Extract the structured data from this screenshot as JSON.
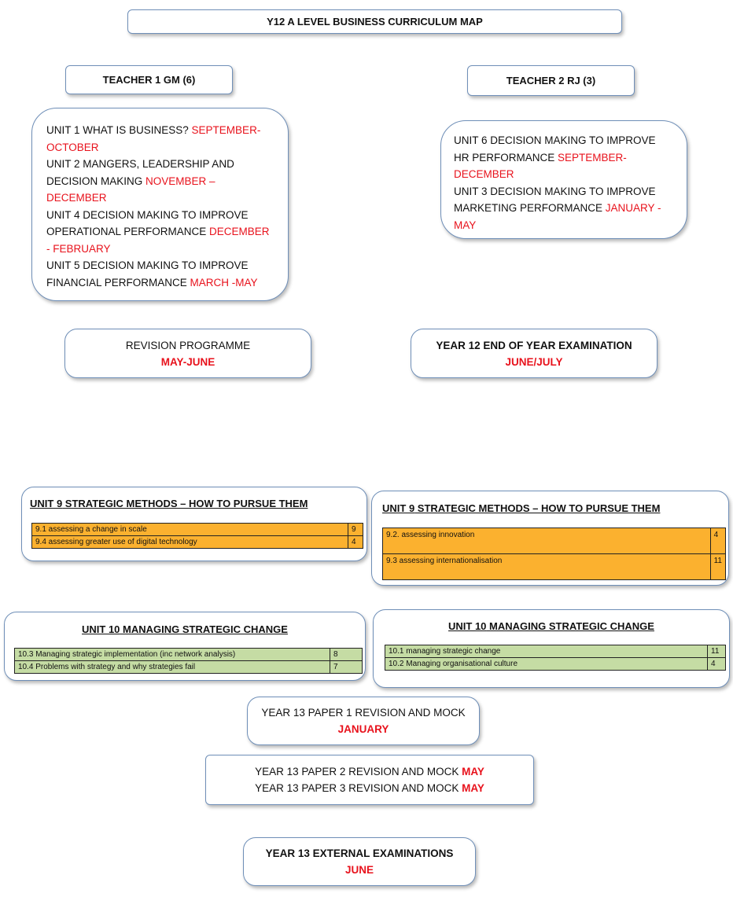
{
  "title": "Y12 A LEVEL BUSINESS CURRICULUM MAP",
  "teacher1": {
    "label": "TEACHER 1 GM (6)"
  },
  "teacher2": {
    "label": "TEACHER 2 RJ (3)"
  },
  "teacher1_units": [
    {
      "line1": "UNIT 1 WHAT IS BUSINESS? ",
      "date1": "SEPTEMBER-",
      "date2": "OCTOBER"
    },
    {
      "line1": "UNIT 2 MANGERS, LEADERSHIP AND",
      "line2": "DECISION MAKING ",
      "date1": "NOVEMBER –",
      "date2": "DECEMBER"
    },
    {
      "line1": "UNIT 4 DECISION MAKING TO IMPROVE",
      "line2": "OPERATIONAL PERFORMANCE ",
      "date1": "DECEMBER",
      "date2": "- FEBRUARY"
    },
    {
      "line1": "UNIT 5 DECISION MAKING TO IMPROVE",
      "line2": "FINANCIAL PERFORMANCE ",
      "date1": "MARCH -MAY"
    }
  ],
  "teacher2_units": [
    {
      "line1": "UNIT 6 DECISION MAKING TO IMPROVE",
      "line2": "HR PERFORMANCE ",
      "date1": "SEPTEMBER-",
      "date2": "DECEMBER"
    },
    {
      "line1": "UNIT 3 DECISION MAKING TO IMPROVE",
      "line2": "MARKETING PERFORMANCE ",
      "date1": "JANUARY -",
      "date2": "MAY"
    }
  ],
  "revision": {
    "label": "REVISION PROGRAMME",
    "date": "MAY-JUNE"
  },
  "y12_exam": {
    "label": "YEAR 12 END OF YEAR EXAMINATION",
    "date": "JUNE/JULY"
  },
  "unit9_left": {
    "heading_unit": "UNIT 9",
    "heading_rest": " STRATEGIC METHODS – HOW TO PURSUE THEM",
    "rows": [
      {
        "topic": "9.1 assessing a change in scale",
        "lessons": "9"
      },
      {
        "topic": "9.4 assessing greater use of digital technology",
        "lessons": "4"
      }
    ]
  },
  "unit9_right": {
    "heading_unit": "UNIT 9",
    "heading_rest": " STRATEGIC METHODS – HOW TO PURSUE THEM",
    "rows": [
      {
        "topic": "9.2. assessing innovation",
        "lessons": "4"
      },
      {
        "topic": "9.3 assessing internationalisation",
        "lessons": "11"
      }
    ]
  },
  "unit10_left": {
    "heading_unit": "UNIT 10",
    "heading_rest": " MANAGING STRATEGIC CHANGE",
    "rows": [
      {
        "topic": "10.3 Managing strategic implementation  (inc network analysis)",
        "lessons": "8"
      },
      {
        "topic": "10.4 Problems with strategy and why strategies fail",
        "lessons": "7"
      }
    ]
  },
  "unit10_right": {
    "heading_unit": "UNIT 10",
    "heading_rest": " MANAGING STRATEGIC CHANGE",
    "rows": [
      {
        "topic": "10.1 managing strategic change",
        "lessons": "11"
      },
      {
        "topic": "10.2 Managing organisational culture",
        "lessons": "4"
      }
    ]
  },
  "y13_paper1": {
    "label": "YEAR 13 PAPER 1 REVISION  AND MOCK",
    "date": "JANUARY"
  },
  "y13_papers23": {
    "line1": "YEAR 13 PAPER 2 REVISION  AND MOCK ",
    "date1": "MAY",
    "line2": "YEAR 13 PAPER 3 REVISION  AND MOCK ",
    "date2": "MAY"
  },
  "y13_external": {
    "label": "YEAR 13 EXTERNAL EXAMINATIONS",
    "date": "JUNE"
  },
  "colors": {
    "accent_red": "#e8121c",
    "box_border": "#6f8fb8",
    "orange_fill": "#fbb12f",
    "green_fill": "#c5dca4"
  }
}
